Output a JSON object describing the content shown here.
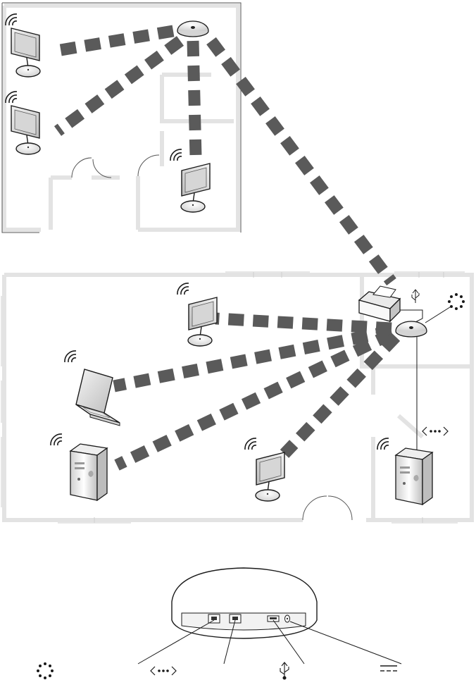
{
  "diagram": {
    "upper_floor": {
      "devices": [
        {
          "type": "imac",
          "icon": "imac-flatpanel-icon",
          "wireless": true
        },
        {
          "type": "imac",
          "icon": "imac-flatpanel-icon",
          "wireless": true
        },
        {
          "type": "imac",
          "icon": "imac-flatpanel-icon",
          "wireless": true
        }
      ],
      "base_station": {
        "icon": "airport-base-station-icon"
      }
    },
    "lower_floor": {
      "devices": [
        {
          "type": "imac",
          "icon": "imac-flatpanel-icon",
          "wireless": true
        },
        {
          "type": "laptop",
          "icon": "powerbook-icon",
          "wireless": true
        },
        {
          "type": "tower",
          "icon": "powermac-g5-icon",
          "wireless": true
        },
        {
          "type": "imac",
          "icon": "imac-flatpanel-icon",
          "wireless": true
        },
        {
          "type": "tower",
          "icon": "powermac-g5-icon",
          "wireless": true,
          "wired": "ethernet"
        }
      ],
      "base_station": {
        "icon": "airport-base-station-icon"
      },
      "printer": {
        "icon": "usb-printer-icon",
        "connection": "usb"
      }
    },
    "port_panel": {
      "ports": [
        {
          "name": "modem",
          "icon": "modem-port-icon",
          "symbol": "⁙"
        },
        {
          "name": "ethernet",
          "icon": "ethernet-port-icon",
          "symbol": "<···>"
        },
        {
          "name": "usb",
          "icon": "usb-port-icon",
          "symbol": "Ψ"
        },
        {
          "name": "power",
          "icon": "power-port-icon",
          "symbol": "⎓"
        }
      ]
    },
    "colors": {
      "link": "#5a5a5a",
      "wall": "#e0e0e0",
      "outline": "#1a1a1a"
    }
  }
}
